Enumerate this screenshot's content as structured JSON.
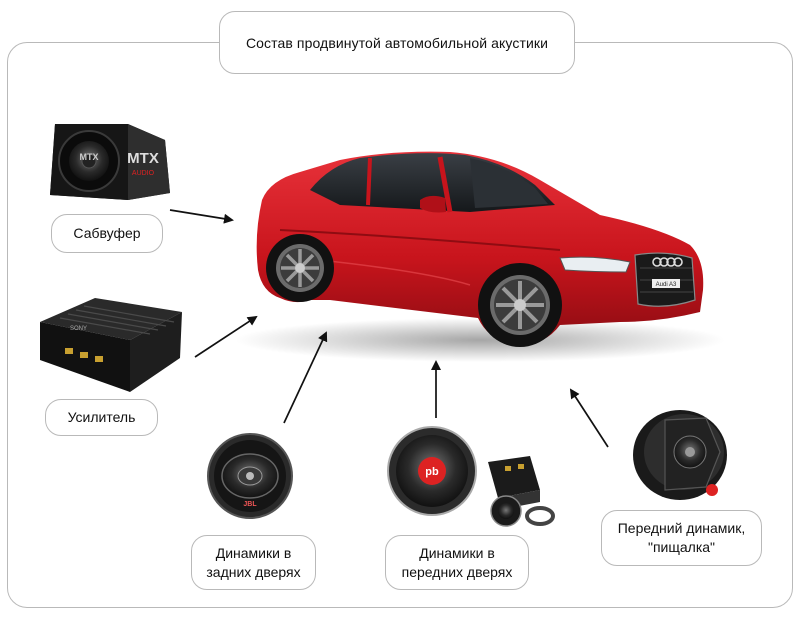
{
  "title": "Состав продвинутой автомобильной акустики",
  "components": {
    "subwoofer": {
      "label": "Сабвуфер",
      "brand": "MTX",
      "brand_sub": "AUDIO"
    },
    "amplifier": {
      "label": "Усилитель",
      "brand": "SONY"
    },
    "rear_speakers": {
      "label": "Динамики в\nзадних дверях",
      "brand": "JBL"
    },
    "front_speakers": {
      "label": "Динамики в\nпередних дверях",
      "brand": "pb"
    },
    "tweeter": {
      "label": "Передний динамик,\n\"пищалка\""
    }
  },
  "car": {
    "model_badge": "Audi A3",
    "color": "#c8141c"
  },
  "colors": {
    "border": "#b9b9b9",
    "arrow": "#111111",
    "car_red": "#c8141c"
  }
}
